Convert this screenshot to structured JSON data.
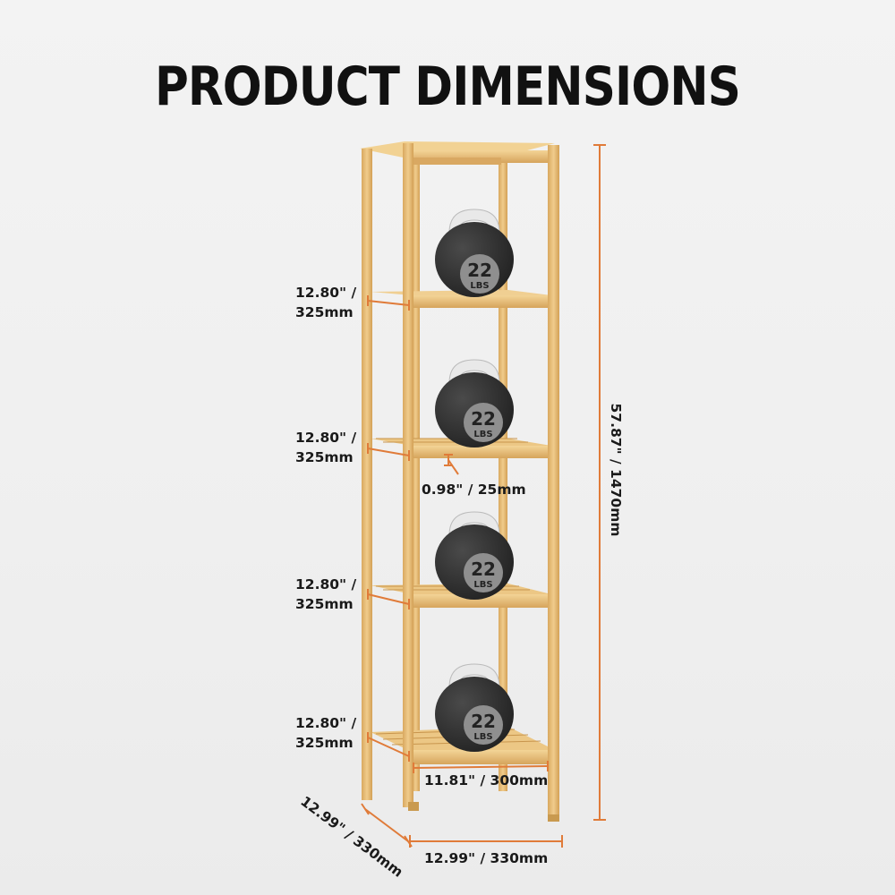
{
  "title": "PRODUCT DIMENSIONS",
  "dimensions": {
    "shelf_gap_1": [
      "12.80\" /",
      "325mm"
    ],
    "shelf_gap_2": [
      "12.80\" /",
      "325mm"
    ],
    "shelf_gap_3": [
      "12.80\" /",
      "325mm"
    ],
    "shelf_gap_4": [
      "12.80\" /",
      "325mm"
    ],
    "board_thickness": "0.98\" / 25mm",
    "shelf_width": "11.81\" / 300mm",
    "total_height": "57.87\" / 1470mm",
    "depth": "12.99\" / 330mm",
    "width": "12.99\" / 330mm"
  },
  "kettlebell_label": {
    "number": "22",
    "unit": "LBS"
  },
  "colors": {
    "wood": "#e8c07a",
    "wood_dark": "#c99a4f",
    "dimension_line": "#e07b39",
    "kettlebell": "#2b2b2b",
    "handle": "#e9e9e9"
  }
}
